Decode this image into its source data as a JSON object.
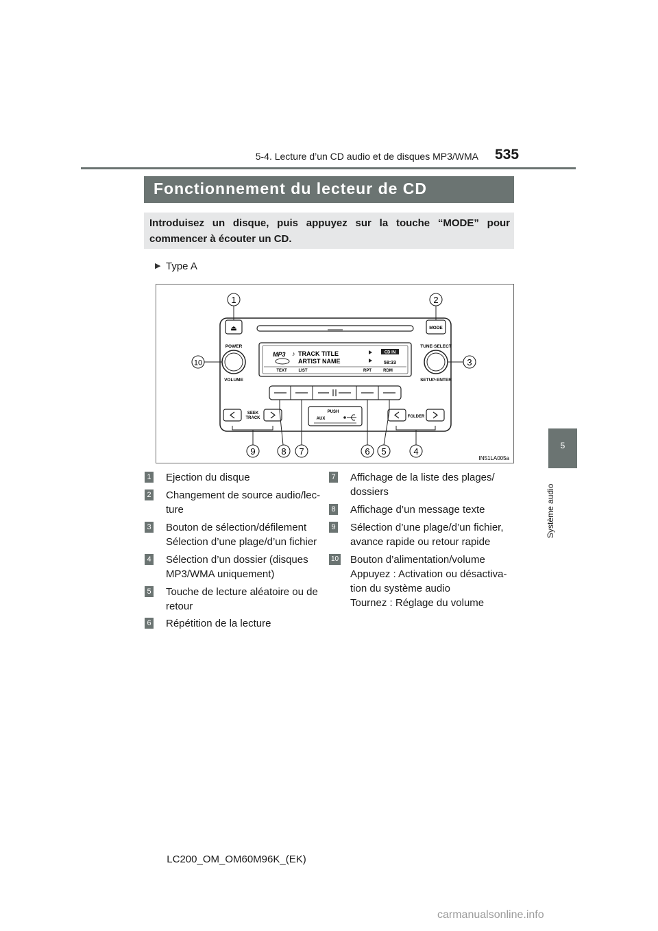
{
  "header": {
    "section": "5-4. Lecture d’un CD audio et de disques MP3/WMA",
    "page_number": "535"
  },
  "side_tab": {
    "number": "5",
    "label": "Système audio"
  },
  "title": "Fonctionnement du lecteur de CD",
  "intro": "Introduisez un disque, puis appuyez sur la touche “MODE” pour commencer à écouter un CD.",
  "type_label": "Type A",
  "diagram": {
    "code": "IN51LA005a",
    "labels": {
      "mode": "MODE",
      "power": "POWER",
      "volume": "VOLUME",
      "tune_select": "TUNE·SELECT",
      "setup_enter": "SETUP·ENTER",
      "display_mp3": "MP3",
      "track_title": "TRACK TITLE",
      "artist_name": "ARTIST NAME",
      "cd_in": "CD IN",
      "time": "58:33",
      "text": "TEXT",
      "list": "LIST",
      "rpt": "RPT",
      "rdm": "RDM",
      "push": "PUSH",
      "aux": "AUX",
      "seek": "SEEK",
      "track": "TRACK",
      "folder": "FOLDER",
      "callouts": [
        "1",
        "2",
        "3",
        "4",
        "5",
        "6",
        "7",
        "8",
        "9",
        "10"
      ]
    }
  },
  "items_left": [
    {
      "num": "1",
      "lines": [
        "Ejection du disque"
      ]
    },
    {
      "num": "2",
      "lines": [
        "Changement de source audio/lec-",
        "ture"
      ]
    },
    {
      "num": "3",
      "lines": [
        "Bouton de sélection/défilement",
        "Sélection d’une plage/d’un fichier"
      ]
    },
    {
      "num": "4",
      "lines": [
        "Sélection d’un dossier (disques",
        "MP3/WMA uniquement)"
      ]
    },
    {
      "num": "5",
      "lines": [
        "Touche de lecture aléatoire ou de",
        "retour"
      ]
    },
    {
      "num": "6",
      "lines": [
        "Répétition de la lecture"
      ]
    }
  ],
  "items_right": [
    {
      "num": "7",
      "lines": [
        "Affichage de la liste des plages/",
        "dossiers"
      ]
    },
    {
      "num": "8",
      "lines": [
        "Affichage d’un message texte"
      ]
    },
    {
      "num": "9",
      "lines": [
        "Sélection d’une plage/d’un fichier,",
        "avance rapide ou retour rapide"
      ]
    },
    {
      "num": "10",
      "lines": [
        "Bouton d’alimentation/volume",
        "Appuyez : Activation ou désactiva-",
        "tion du système audio",
        "Tournez : Réglage du volume"
      ]
    }
  ],
  "footer": "LC200_OM_OM60M96K_(EK)",
  "watermark": "carmanualsonline.info"
}
